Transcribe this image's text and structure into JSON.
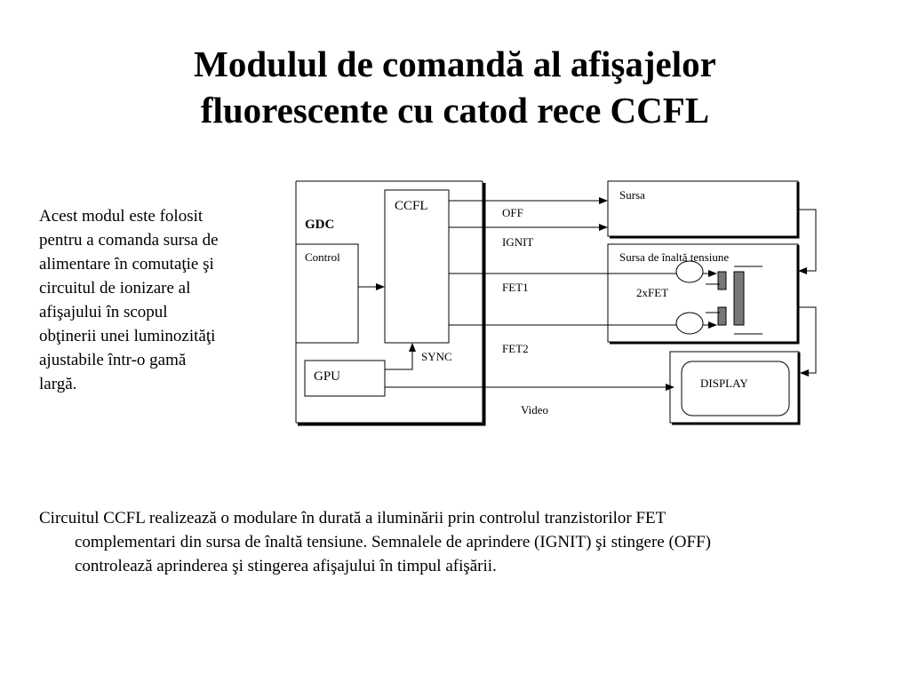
{
  "slide": {
    "title_lines": [
      "Modulul de comandă al afişajelor",
      "fluorescente cu catod rece CCFL"
    ],
    "intro_lines": [
      "Acest modul este folosit",
      "pentru a comanda sursa de",
      "alimentare în comutaţie şi",
      "circuitul de ionizare al",
      "afişajului în scopul",
      "obţinerii unei luminozităţi",
      "ajustabile într-o gamă",
      "largă."
    ],
    "bottom_lines": [
      "Circuitul CCFL realizează o modulare în durată a iluminării prin controlul tranzistorilor FET",
      "complementari din sursa de înaltă tensiune. Semnalele de aprindere (IGNIT) şi stingere (OFF)",
      "controlează aprinderea şi stingerea afişajului în timpul afişării."
    ]
  },
  "diagram": {
    "gdc": "GDC",
    "control": "Control",
    "ccfl": "CCFL",
    "gpu": "GPU",
    "sync": "SYNC",
    "off": "OFF",
    "ignit": "IGNIT",
    "fet1": "FET1",
    "fet2": "FET2",
    "video": "Video",
    "sursa": "Sursa",
    "sursa_ht": "Sursa de înaltă tensiune",
    "fet_count": "2xFET",
    "display": "DISPLAY"
  }
}
